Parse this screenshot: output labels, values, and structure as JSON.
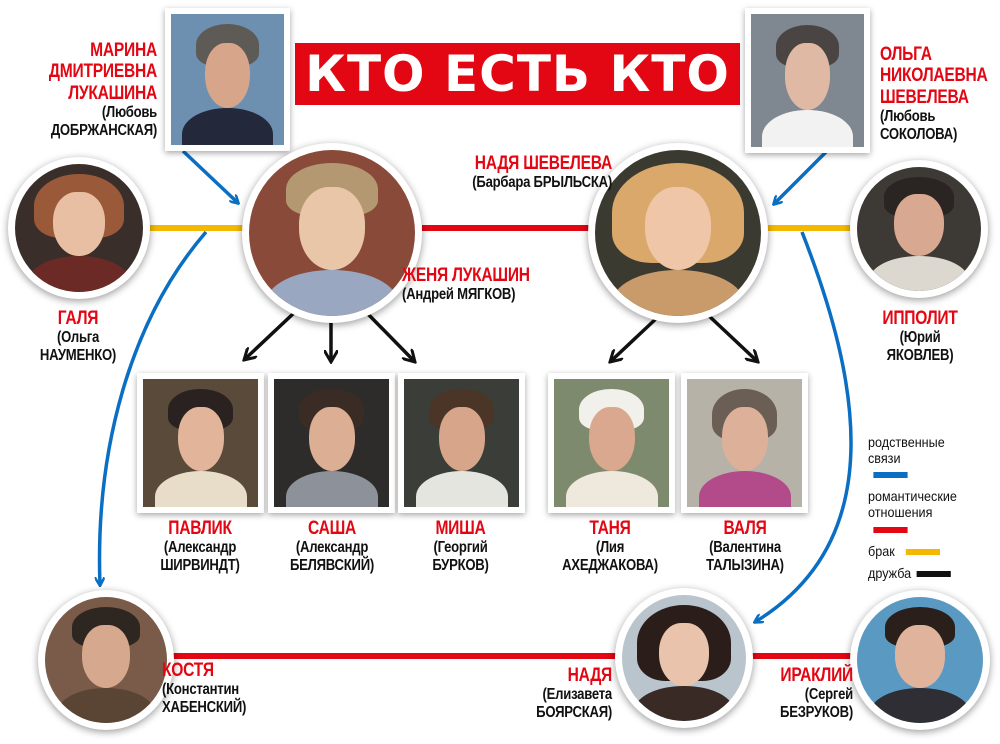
{
  "title": "КТО ЕСТЬ КТО",
  "colors": {
    "kinship": "#0a6fc2",
    "romance": "#e30613",
    "marriage": "#f5b800",
    "friendship": "#111111"
  },
  "people": {
    "marina": {
      "name": "МАРИНА ДМИТРИЕВНА ЛУКАШИНА",
      "actor": "(Любовь ДОБРЖАНСКАЯ)"
    },
    "olga": {
      "name": "ОЛЬГА НИКОЛАЕВНА ШЕВЕЛЕВА",
      "actor": "(Любовь СОКОЛОВА)"
    },
    "galya": {
      "name": "ГАЛЯ",
      "actor": "(Ольга НАУМЕНКО)"
    },
    "zhenya": {
      "name": "ЖЕНЯ ЛУКАШИН",
      "actor": "(Андрей МЯГКОВ)"
    },
    "nadya": {
      "name": "НАДЯ ШЕВЕЛЕВА",
      "actor": "(Барбара БРЫЛЬСКА)"
    },
    "ippolit": {
      "name": "ИППОЛИТ",
      "actor": "(Юрий ЯКОВЛЕВ)"
    },
    "pavlik": {
      "name": "ПАВЛИК",
      "actor": "(Александр ШИРВИНДТ)"
    },
    "sasha": {
      "name": "САША",
      "actor": "(Александр БЕЛЯВСКИЙ)"
    },
    "misha": {
      "name": "МИША",
      "actor": "(Георгий БУРКОВ)"
    },
    "tanya": {
      "name": "ТАНЯ",
      "actor": "(Лия АХЕДЖАКОВА)"
    },
    "valya": {
      "name": "ВАЛЯ",
      "actor": "(Валентина ТАЛЫЗИНА)"
    },
    "kostya": {
      "name": "КОСТЯ",
      "actor": "(Константин ХАБЕНСКИЙ)"
    },
    "nadya2": {
      "name": "НАДЯ",
      "actor": "(Елизавета БОЯРСКАЯ)"
    },
    "irakliy": {
      "name": "ИРАКЛИЙ",
      "actor": "(Сергей БЕЗРУКОВ)"
    }
  },
  "legend": [
    {
      "label": "родственные связи",
      "color": "#0a6fc2"
    },
    {
      "label": "романтические отношения",
      "color": "#e30613"
    },
    {
      "label": "брак",
      "color": "#f5b800"
    },
    {
      "label": "дружба",
      "color": "#111111"
    }
  ]
}
